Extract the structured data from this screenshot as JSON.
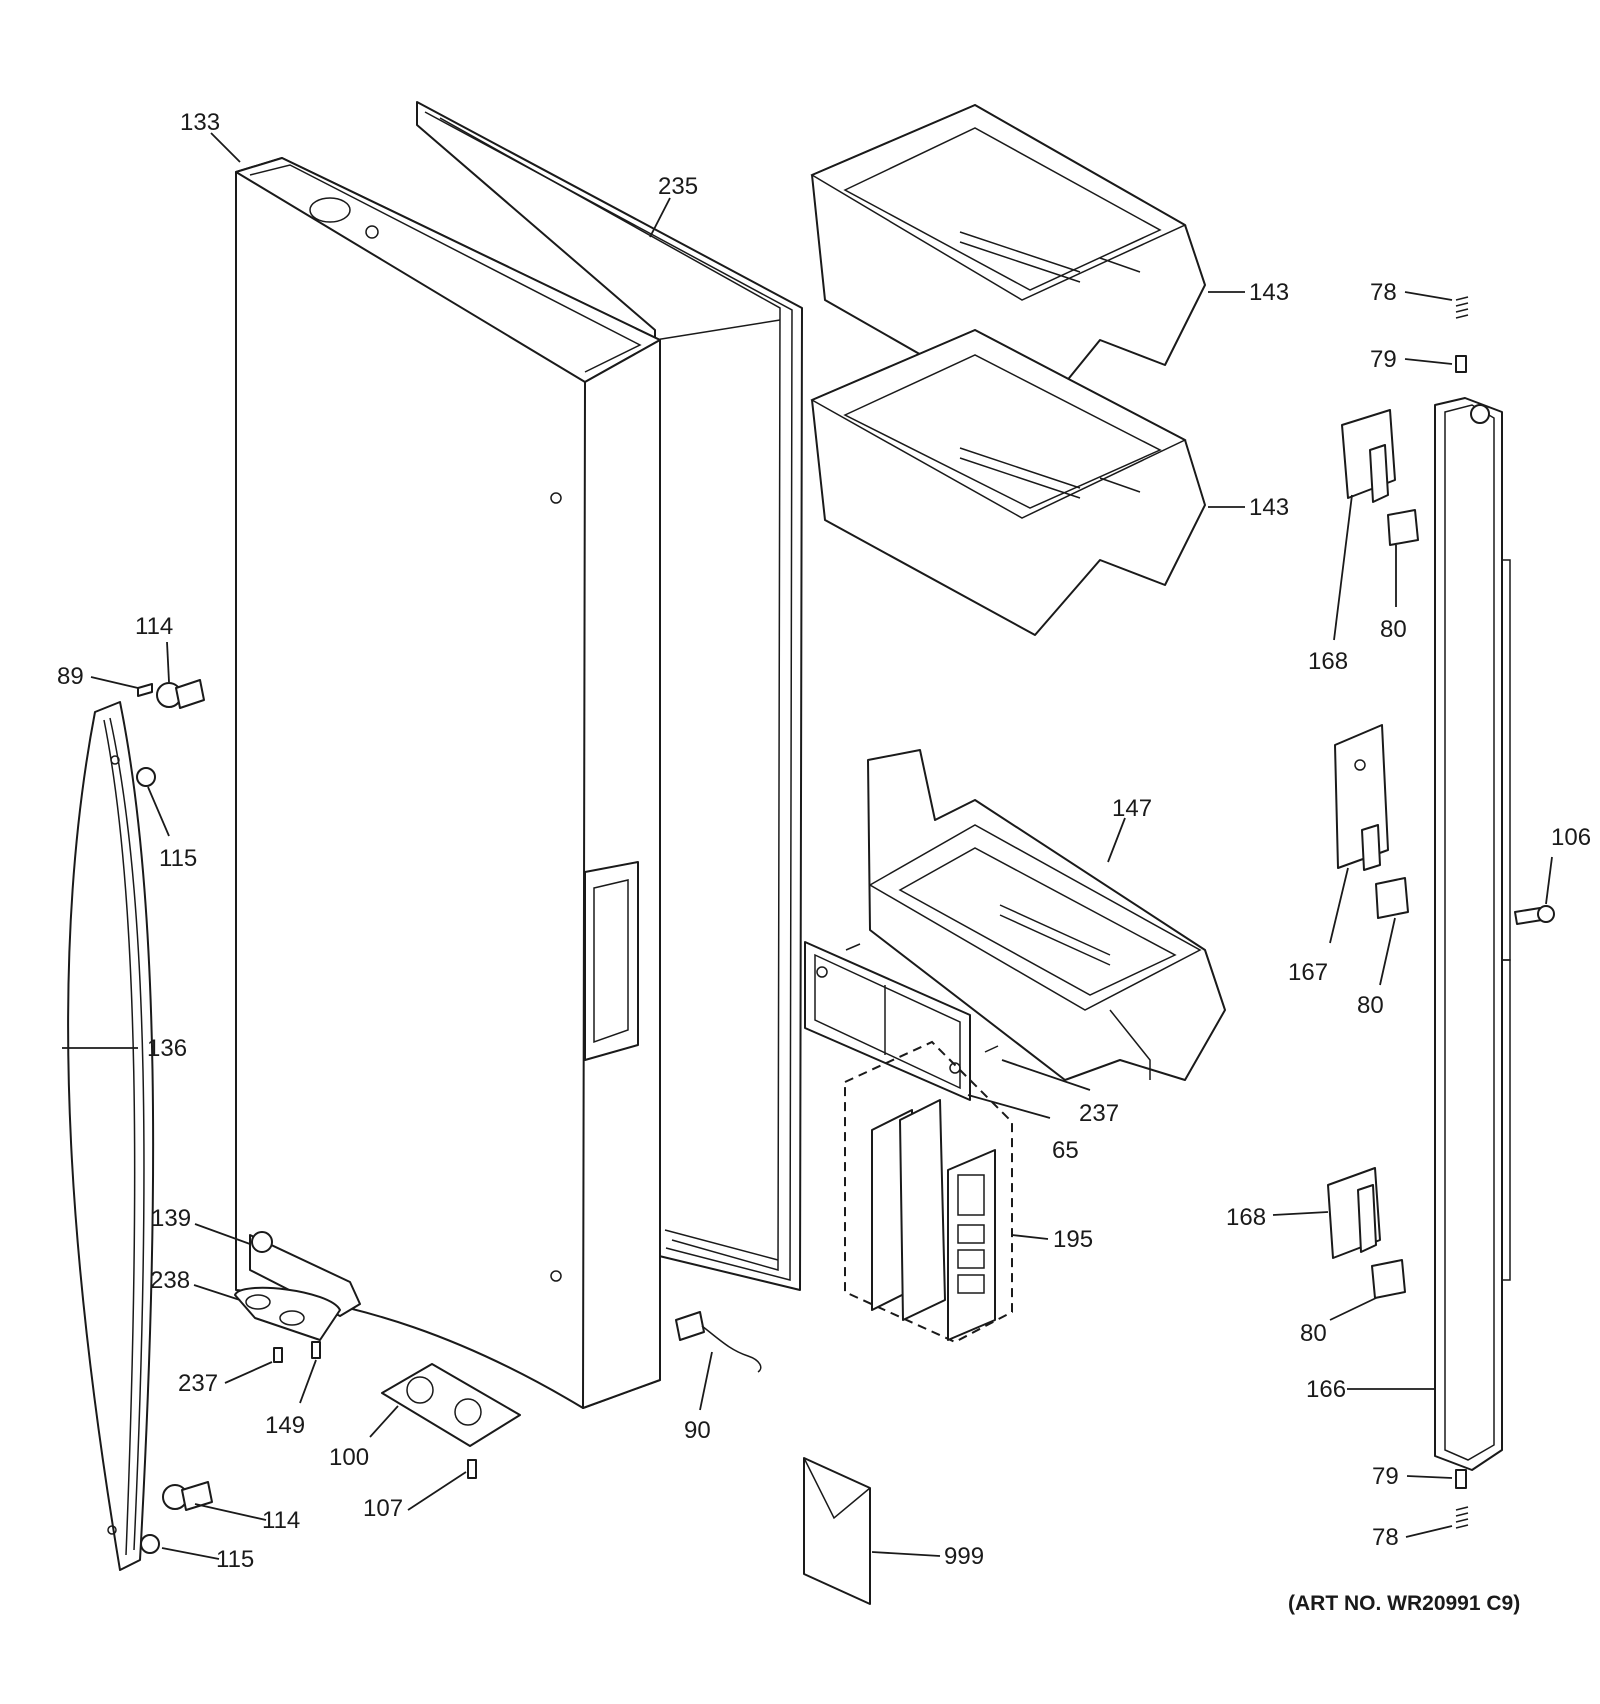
{
  "labels": {
    "l133": "133",
    "l235": "235",
    "l143a": "143",
    "l143b": "143",
    "l78a": "78",
    "l79a": "79",
    "l168a": "168",
    "l80a": "80",
    "l114a": "114",
    "l89": "89",
    "l115a": "115",
    "l147": "147",
    "l106": "106",
    "l167": "167",
    "l80b": "80",
    "l136": "136",
    "l237a": "237",
    "l65": "65",
    "l139": "139",
    "l238": "238",
    "l195": "195",
    "l168b": "168",
    "l80c": "80",
    "l237b": "237",
    "l149": "149",
    "l166": "166",
    "l100": "100",
    "l90": "90",
    "l107": "107",
    "l79b": "79",
    "l114b": "114",
    "l78b": "78",
    "l115b": "115",
    "l999": "999"
  },
  "art_number": "(ART NO. WR20991 C9)"
}
